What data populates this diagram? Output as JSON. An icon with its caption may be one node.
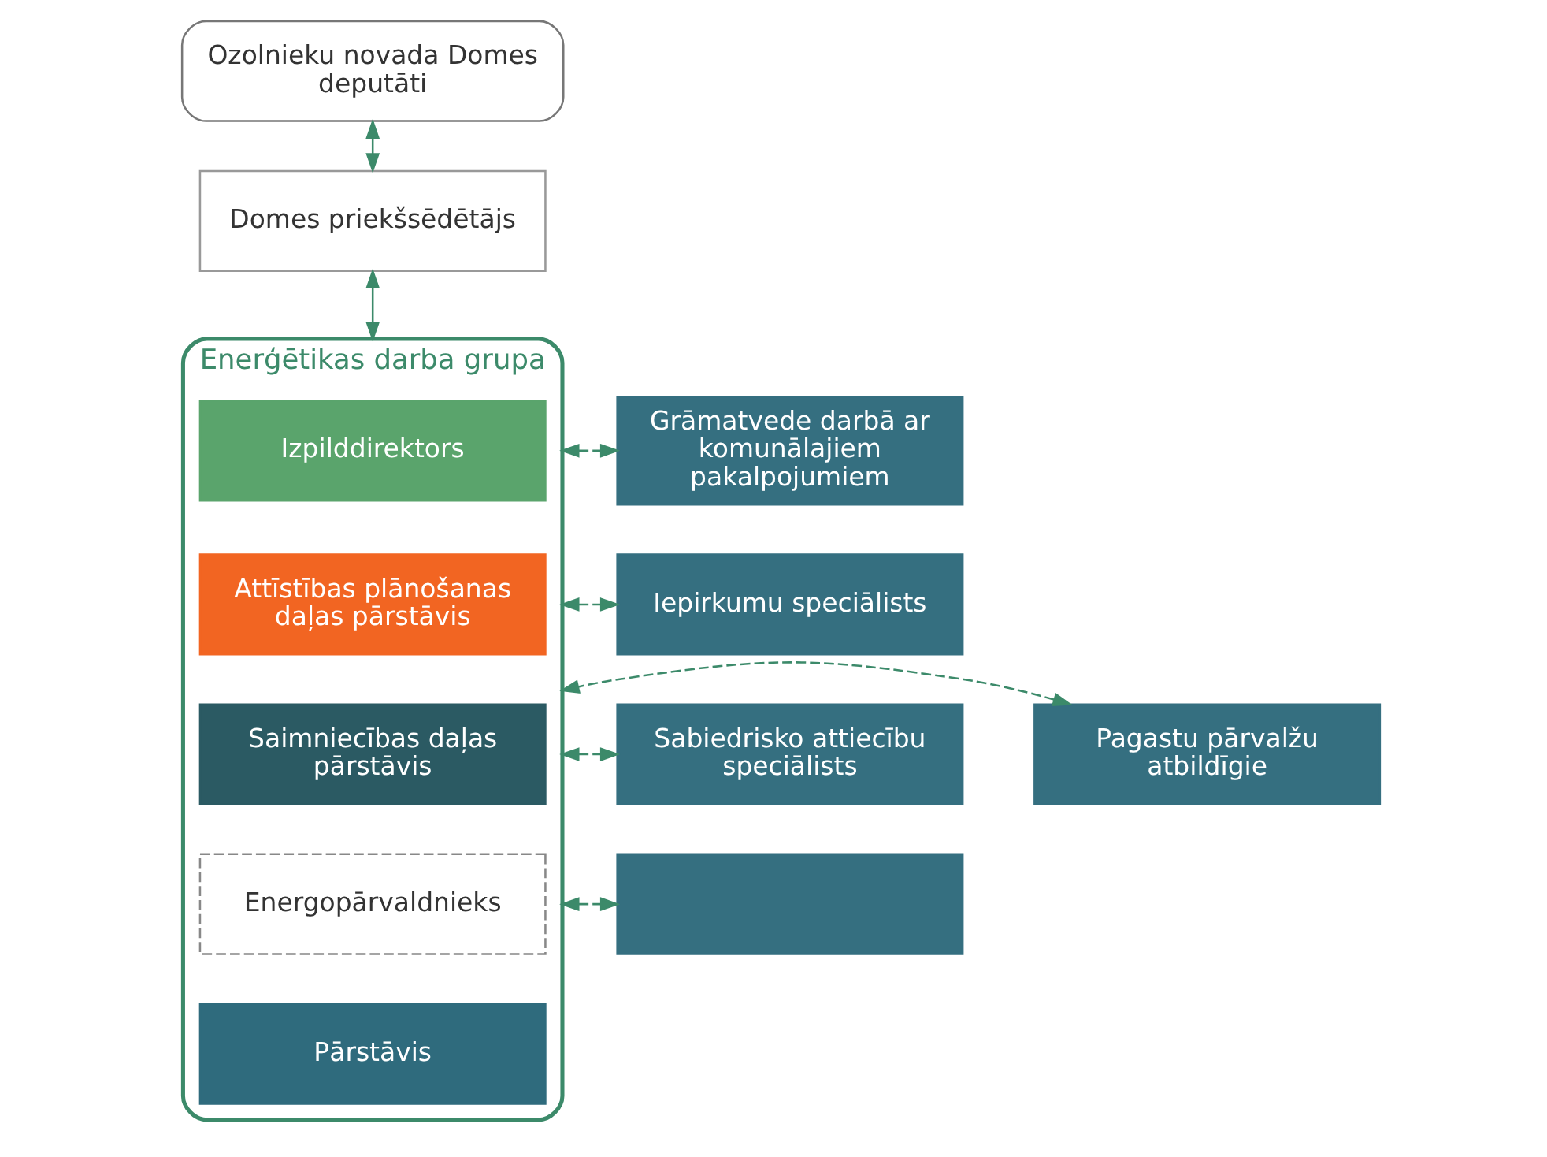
{
  "diagram": {
    "nodes": [
      {
        "text": [
          "Ozolnieku novada Domes deputāti"
        ]
      },
      {
        "text": [
          "Domes priekšsēdētājs"
        ]
      },
      {
        "text": [
          "Enerģētikas darba grupa"
        ]
      },
      {
        "text": [
          "Izpilddirektors"
        ],
        "in": 2
      },
      {
        "text": [
          "Attīstības plānošanas daļas pārstāvis"
        ],
        "in": 2
      },
      {
        "text": [
          "Saimniecības daļas pārstāvis"
        ],
        "in": 2
      },
      {
        "text": [
          "Energopārvaldnieks"
        ],
        "in": 2
      },
      {
        "text": [
          "Pārstāvis"
        ],
        "in": 2
      },
      {
        "text": [
          "Grāmatvede darbā ar komunālajiem pakalpojumiem"
        ]
      },
      {
        "text": [
          "Iepirkumu speciālists"
        ]
      },
      {
        "text": [
          "Sabiedrisko attiecību speciālists"
        ]
      },
      {
        "text": [],
        "shape": "box"
      },
      {
        "text": [
          "Pagastu pārvalžu atbildīgie"
        ]
      }
    ],
    "edges": [
      {
        "from": 0,
        "to": 1,
        "arrow": "both"
      },
      {
        "from": 1,
        "to": 2,
        "arrow": "both"
      },
      {
        "from": 2,
        "to": 8,
        "arrow": "both",
        "style": "dashed"
      },
      {
        "from": 2,
        "to": 9,
        "arrow": "both",
        "style": "dashed"
      },
      {
        "from": 2,
        "to": 10,
        "arrow": "both",
        "style": "dashed"
      },
      {
        "from": 2,
        "to": 11,
        "arrow": "both",
        "style": "dashed"
      },
      {
        "from": 12,
        "to": 2,
        "arrow": "both",
        "style": "dashed"
      }
    ]
  }
}
